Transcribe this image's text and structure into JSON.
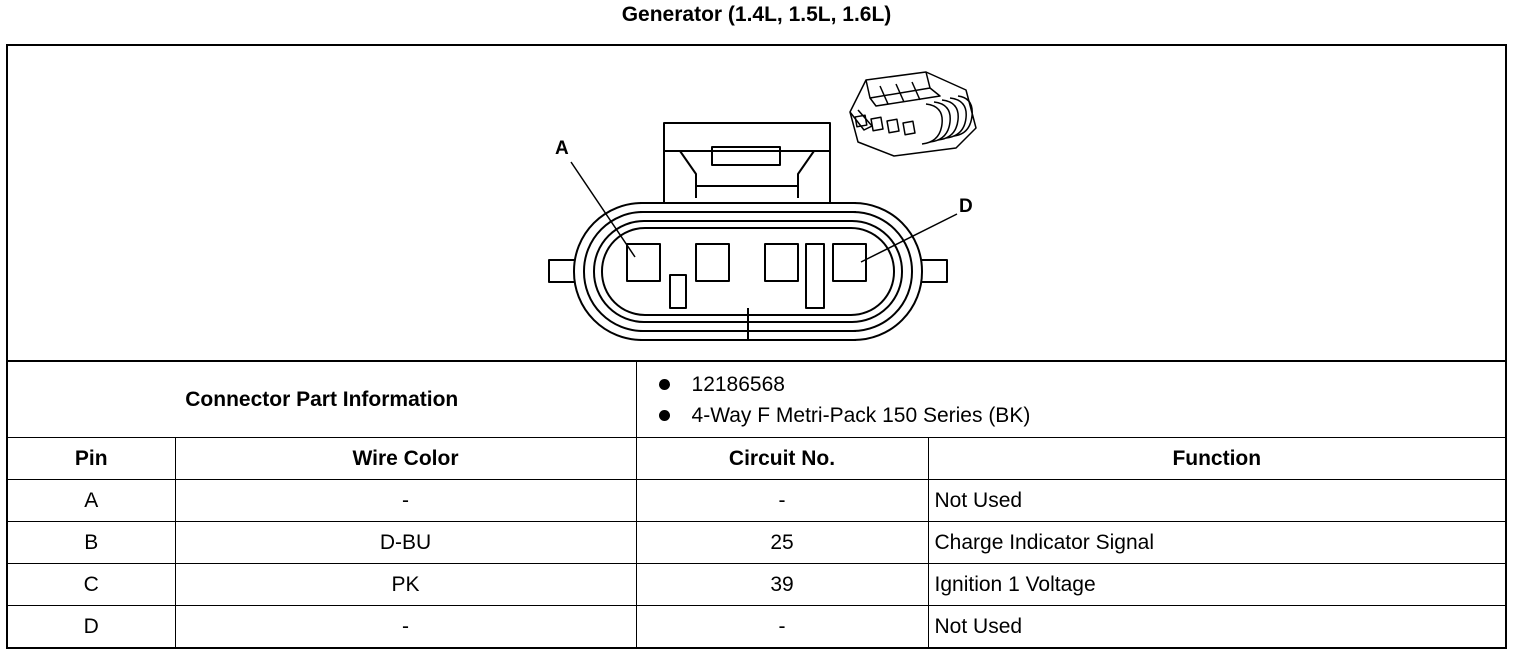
{
  "title": "Generator (1.4L, 1.5L, 1.6L)",
  "diagram": {
    "label_a": "A",
    "label_d": "D"
  },
  "connector_info": {
    "label": "Connector Part Information",
    "items": [
      "12186568",
      "4-Way F Metri-Pack 150 Series (BK)"
    ]
  },
  "table": {
    "headers": [
      "Pin",
      "Wire Color",
      "Circuit No.",
      "Function"
    ],
    "rows": [
      {
        "pin": "A",
        "wire_color": "-",
        "circuit": "-",
        "function": "Not Used"
      },
      {
        "pin": "B",
        "wire_color": "D-BU",
        "circuit": "25",
        "function": "Charge Indicator Signal"
      },
      {
        "pin": "C",
        "wire_color": "PK",
        "circuit": "39",
        "function": "Ignition 1 Voltage"
      },
      {
        "pin": "D",
        "wire_color": "-",
        "circuit": "-",
        "function": "Not Used"
      }
    ]
  }
}
